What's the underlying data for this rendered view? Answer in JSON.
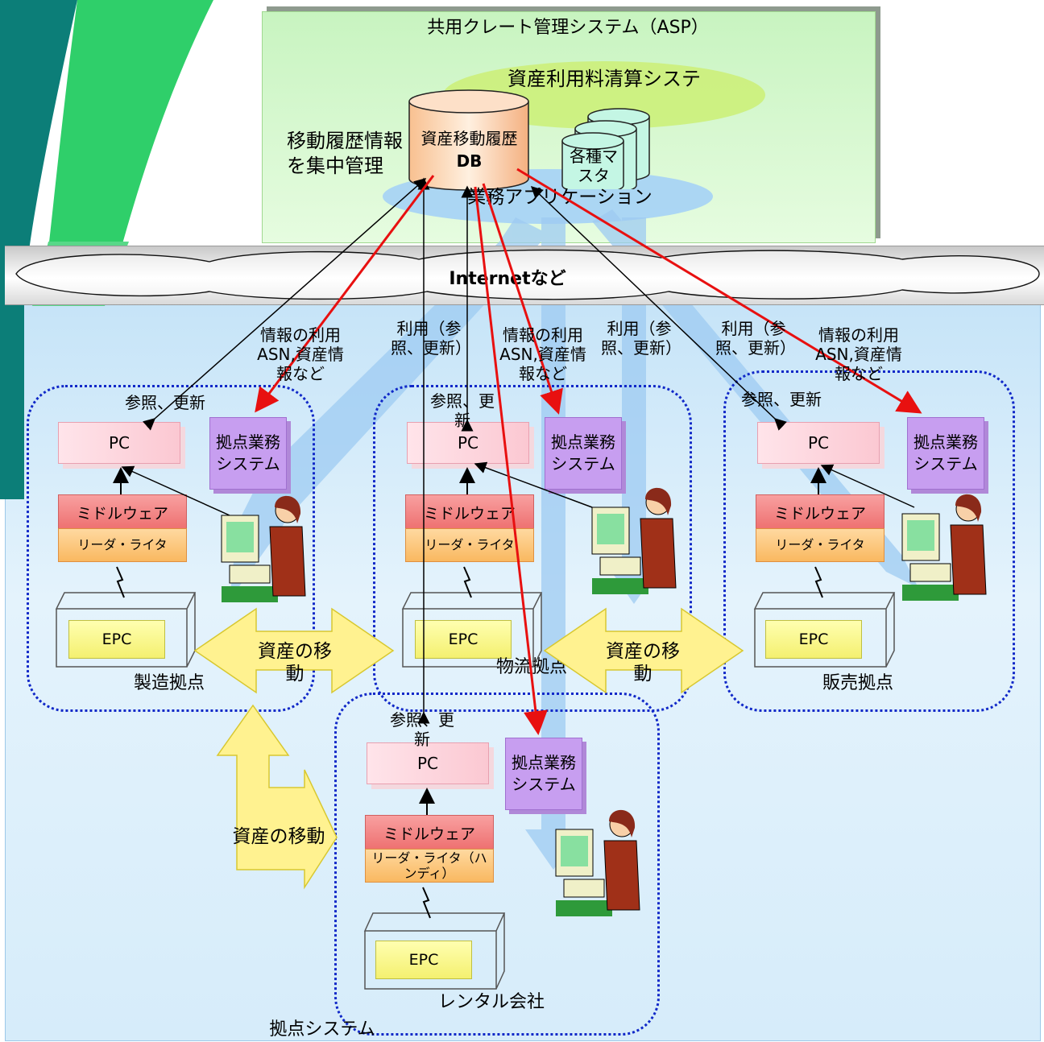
{
  "asp_panel": {
    "title": "共用クレート管理システム（ASP）",
    "billing_label": "資産利用料清算システム",
    "db_label_1": "資産移動履歴",
    "db_label_2": "DB",
    "master_label": "各種マスタ",
    "business_app_label": "業務アプリケーション",
    "central_mgmt_label": "移動履歴情報を集中管理"
  },
  "network": {
    "label": "Internetなど"
  },
  "annotations": {
    "left_info": "情報の利用ASN,資産情報など",
    "mid_use": "利用（参照、更新）",
    "mid_info": "情報の利用ASN,資産情報など",
    "mid_use2": "利用（参照、更新）",
    "right_use": "利用（参照、更新）",
    "right_info": "情報の利用ASN,資産情報など"
  },
  "sites": [
    {
      "name": "製造拠点",
      "ref_label": "参照、更新",
      "pc": "PC",
      "system": "拠点業務システム",
      "middleware": "ミドルウェア",
      "reader": "リーダ・ライタ",
      "epc": "EPC"
    },
    {
      "name": "物流拠点",
      "ref_label": "参照、更新",
      "pc": "PC",
      "system": "拠点業務システム",
      "middleware": "ミドルウェア",
      "reader": "リーダ・ライタ",
      "epc": "EPC"
    },
    {
      "name": "販売拠点",
      "ref_label": "参照、更新",
      "pc": "PC",
      "system": "拠点業務システム",
      "middleware": "ミドルウェア",
      "reader": "リーダ・ライタ",
      "epc": "EPC"
    },
    {
      "name": "レンタル会社",
      "ref_label": "参照、更新",
      "pc": "PC",
      "system": "拠点業務システム",
      "middleware": "ミドルウェア",
      "reader": "リーダ・ライタ（ハンディ）",
      "epc": "EPC"
    }
  ],
  "movement_arrows": {
    "left_mid": "資産の移動",
    "mid_right": "資産の移動",
    "vertical": "資産の移動"
  },
  "footer_label": "拠点システム",
  "colors": {
    "asp_bg": "#d8f8d0",
    "base_bg": "#d6ecfa",
    "red_arrow": "#e81010",
    "site_border": "#1028c8",
    "move_arrow": "#fff290"
  }
}
